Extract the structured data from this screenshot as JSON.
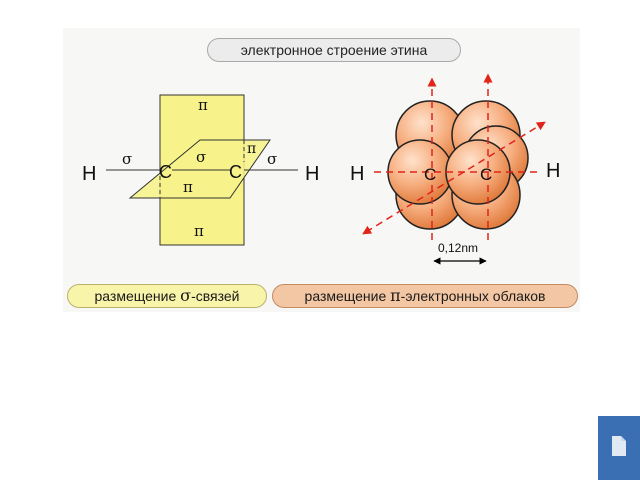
{
  "title": "электронное строение этина",
  "left_diagram": {
    "atom_h_left": "H",
    "atom_h_right": "H",
    "atom_c_left": "C",
    "atom_c_right": "C",
    "sigma_left": "σ",
    "sigma_center": "σ",
    "sigma_right": "σ",
    "pi_top": "π",
    "pi_upper_right": "π",
    "pi_center": "π",
    "pi_bottom": "π",
    "colors": {
      "vertical_plane": "#f7f38a",
      "outline": "#333333"
    }
  },
  "right_diagram": {
    "atom_h_left": "H",
    "atom_h_right": "H",
    "atom_c_left": "C",
    "atom_c_right": "C",
    "distance_label": "0,12nm",
    "colors": {
      "sphere": "#f29a62",
      "sphere_highlight": "#ffe2cc",
      "axis": "#e2231a"
    }
  },
  "captions": {
    "sigma": {
      "prefix": "размещение ",
      "symbol": "σ",
      "suffix": "-связей"
    },
    "pi": {
      "prefix": "размещение ",
      "symbol": "π",
      "suffix": "-электронных облаков"
    }
  },
  "nav": {
    "icon": "document-icon",
    "color": "#3a6fb3"
  }
}
